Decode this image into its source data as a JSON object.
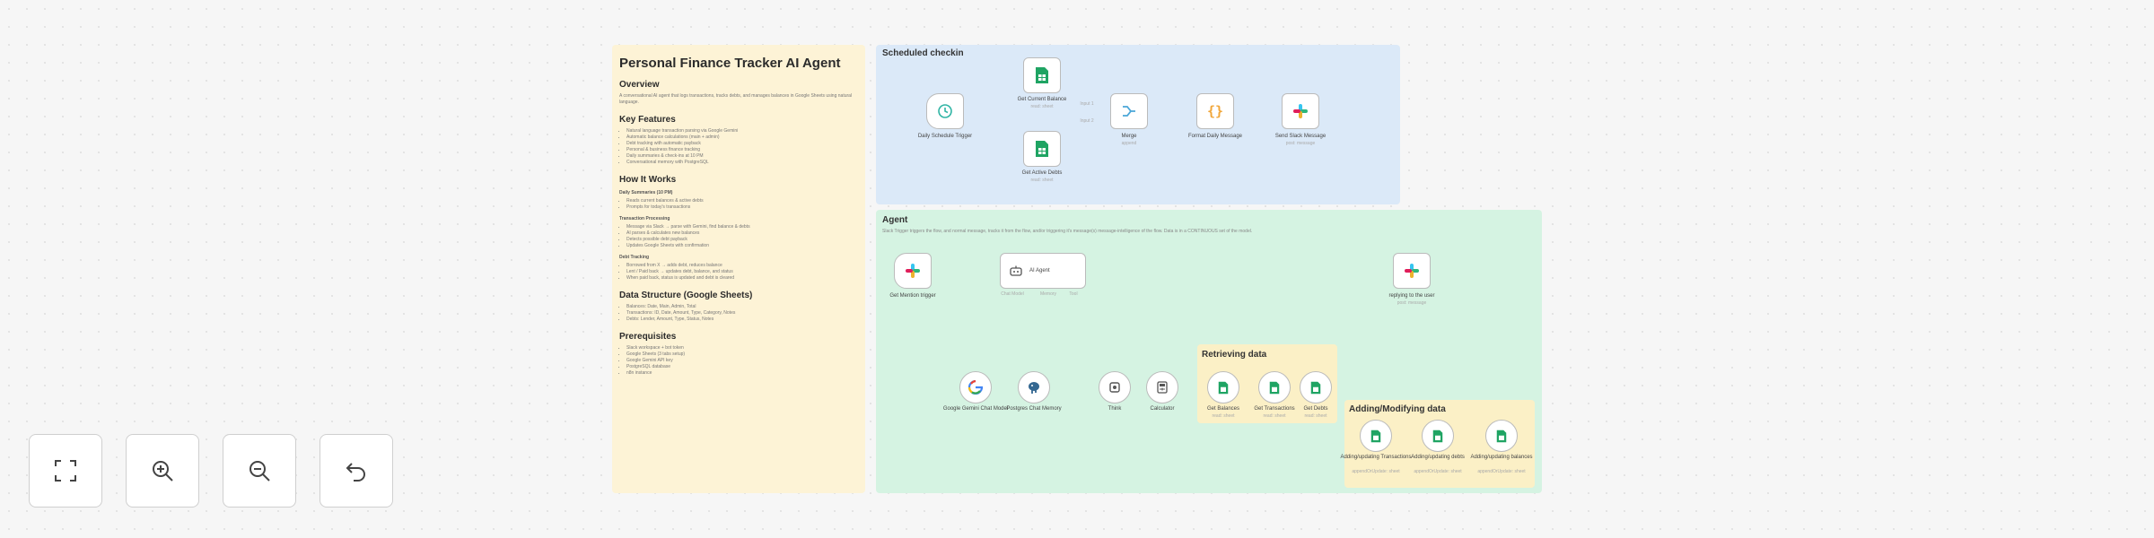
{
  "doc": {
    "title": "Personal Finance Tracker AI Agent",
    "overview_heading": "Overview",
    "overview_text": "A conversational AI agent that logs transactions, tracks debts, and manages balances in Google Sheets using natural language.",
    "features_heading": "Key Features",
    "features": [
      "Natural language transaction parsing via Google Gemini",
      "Automatic balance calculations (main + admin)",
      "Debt tracking with automatic payback",
      "Personal & business finance tracking",
      "Daily summaries & check-ins at 10 PM",
      "Conversational memory with PostgreSQL"
    ],
    "how_heading": "How It Works",
    "daily_heading": "Daily Summaries (10 PM)",
    "daily_items": [
      "Reads current balances & active debts",
      "Prompts for today's transactions"
    ],
    "txn_heading": "Transaction Processing",
    "txn_items": [
      "Message via Slack → parse with Gemini, find balance & debts",
      "AI parses & calculates new balances",
      "Detects possible debt payback",
      "Updates Google Sheets with confirmation"
    ],
    "debt_heading": "Debt Tracking",
    "debt_items": [
      "Borrowed from X → adds debt, reduces balance",
      "Lent / Paid back → updates debt, balance, and status",
      "When paid back, status is updated and debt is cleared"
    ],
    "struct_heading": "Data Structure (Google Sheets)",
    "struct_items": [
      "Balances: Date, Main, Admin, Total",
      "Transactions: ID, Date, Amount, Type, Category, Notes",
      "Debts: Lender, Amount, Type, Status, Notes"
    ],
    "prereq_heading": "Prerequisites",
    "prereq_items": [
      "Slack workspace + bot token",
      "Google Sheets (3 tabs setup)",
      "Google Gemini API key",
      "PostgreSQL database",
      "n8n instance"
    ]
  },
  "scheduled": {
    "title": "Scheduled checkin",
    "nodes": {
      "trigger": "Daily Schedule Trigger",
      "balances": "Get Current Balance",
      "balances_sub": "read: sheet",
      "debts": "Get Active Debts",
      "debts_sub": "read: sheet",
      "merge": "Merge",
      "merge_sub": "append",
      "format": "Format Daily Message",
      "send": "Send Slack Message",
      "send_sub": "post: message"
    },
    "merge_inputs": [
      "Input 1",
      "Input 2"
    ]
  },
  "agent": {
    "title": "Agent",
    "desc": "Slack Trigger triggers the flow, and normal message, tracks it from the flow, and/or triggering it's message(s) message-intelligence of the flow. Data is in a CONTINUOUS set of the model.",
    "nodes": {
      "mention": "Get Mention trigger",
      "ai_agent": "AI Agent",
      "reply": "replying to the user",
      "reply_sub": "post: message",
      "gemini": "Google Gemini Chat Model",
      "memory": "Postgres Chat Memory",
      "think": "Think",
      "calc": "Calculator"
    },
    "ports": [
      "Chat Model",
      "Memory",
      "Tool"
    ]
  },
  "retrieving": {
    "title": "Retrieving data",
    "items": [
      {
        "label": "Get Balances",
        "sub": "read: sheet"
      },
      {
        "label": "Get Transactions",
        "sub": "read: sheet"
      },
      {
        "label": "Get Debts",
        "sub": "read: sheet"
      }
    ]
  },
  "adding": {
    "title": "Adding/Modifying data",
    "items": [
      {
        "label": "Adding/updating Transactions",
        "sub": "appendOrUpdate: sheet"
      },
      {
        "label": "Adding/updating debts",
        "sub": "appendOrUpdate: sheet"
      },
      {
        "label": "Adding/updating balances",
        "sub": "appendOrUpdate: sheet"
      }
    ]
  },
  "controls": [
    {
      "name": "fit-view",
      "icon": "fit-to-view-icon"
    },
    {
      "name": "zoom-in",
      "icon": "zoom-in-icon"
    },
    {
      "name": "zoom-out",
      "icon": "zoom-out-icon"
    },
    {
      "name": "undo",
      "icon": "undo-icon"
    }
  ],
  "colors": {
    "sheets_green": "#1fa463",
    "node_border": "#bbbbbb",
    "edge": "#9a9a9a",
    "accent_red": "#ff6d5a",
    "code_orange": "#f1a73b"
  }
}
